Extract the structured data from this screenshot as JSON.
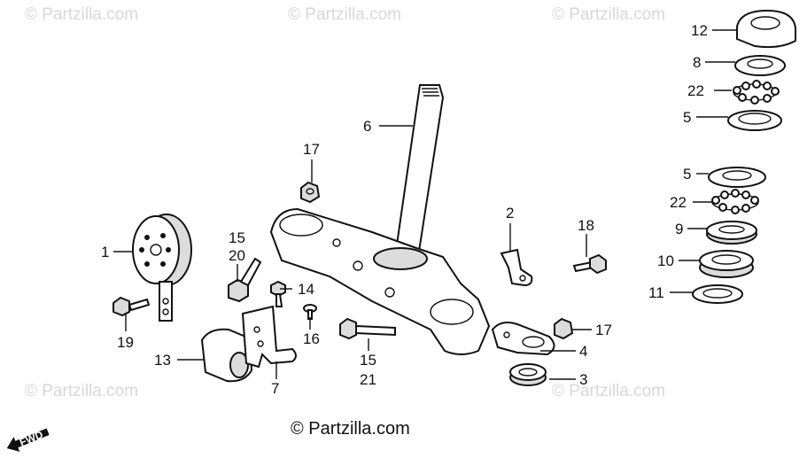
{
  "watermark": "© Partzilla.com",
  "credit": "© Partzilla.com",
  "direction_label": "FWD",
  "callouts": {
    "c1": "1",
    "c2": "2",
    "c3": "3",
    "c4": "4",
    "c5a": "5",
    "c5b": "5",
    "c6": "6",
    "c7": "7",
    "c8": "8",
    "c9": "9",
    "c10": "10",
    "c11": "11",
    "c12": "12",
    "c13": "13",
    "c14": "14",
    "c15a": "15",
    "c15b": "15",
    "c16": "16",
    "c17a": "17",
    "c17b": "17",
    "c18": "18",
    "c19": "19",
    "c20": "20",
    "c21": "21",
    "c22a": "22",
    "c22b": "22"
  }
}
